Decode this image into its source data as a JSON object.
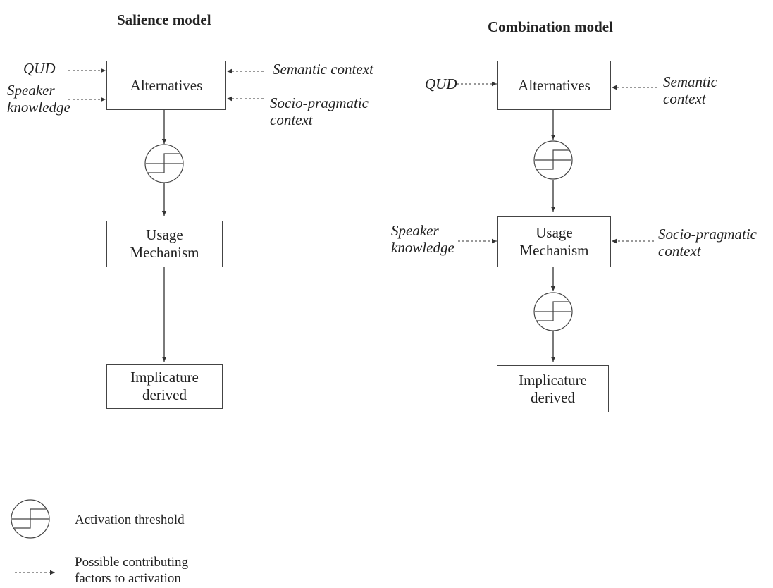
{
  "salience": {
    "title": "Salience model",
    "alternatives": "Alternatives",
    "usage_line1": "Usage",
    "usage_line2": "Mechanism",
    "implicature_line1": "Implicature",
    "implicature_line2": "derived",
    "qud": "QUD",
    "speaker_line1": "Speaker",
    "speaker_line2": "knowledge",
    "semantic": "Semantic context",
    "socio_line1": "Socio-pragmatic",
    "socio_line2": "context"
  },
  "combination": {
    "title": "Combination model",
    "alternatives": "Alternatives",
    "usage_line1": "Usage",
    "usage_line2": "Mechanism",
    "implicature_line1": "Implicature",
    "implicature_line2": "derived",
    "qud": "QUD",
    "semantic_line1": "Semantic",
    "semantic_line2": "context",
    "speaker_line1": "Speaker",
    "speaker_line2": "knowledge",
    "socio_line1": "Socio-pragmatic",
    "socio_line2": "context"
  },
  "legend": {
    "threshold": "Activation threshold",
    "factors_line1": "Possible contributing",
    "factors_line2": "factors to activation",
    "threshold_icon": "activation-threshold-icon",
    "arrow_icon": "dashed-arrow-icon"
  }
}
